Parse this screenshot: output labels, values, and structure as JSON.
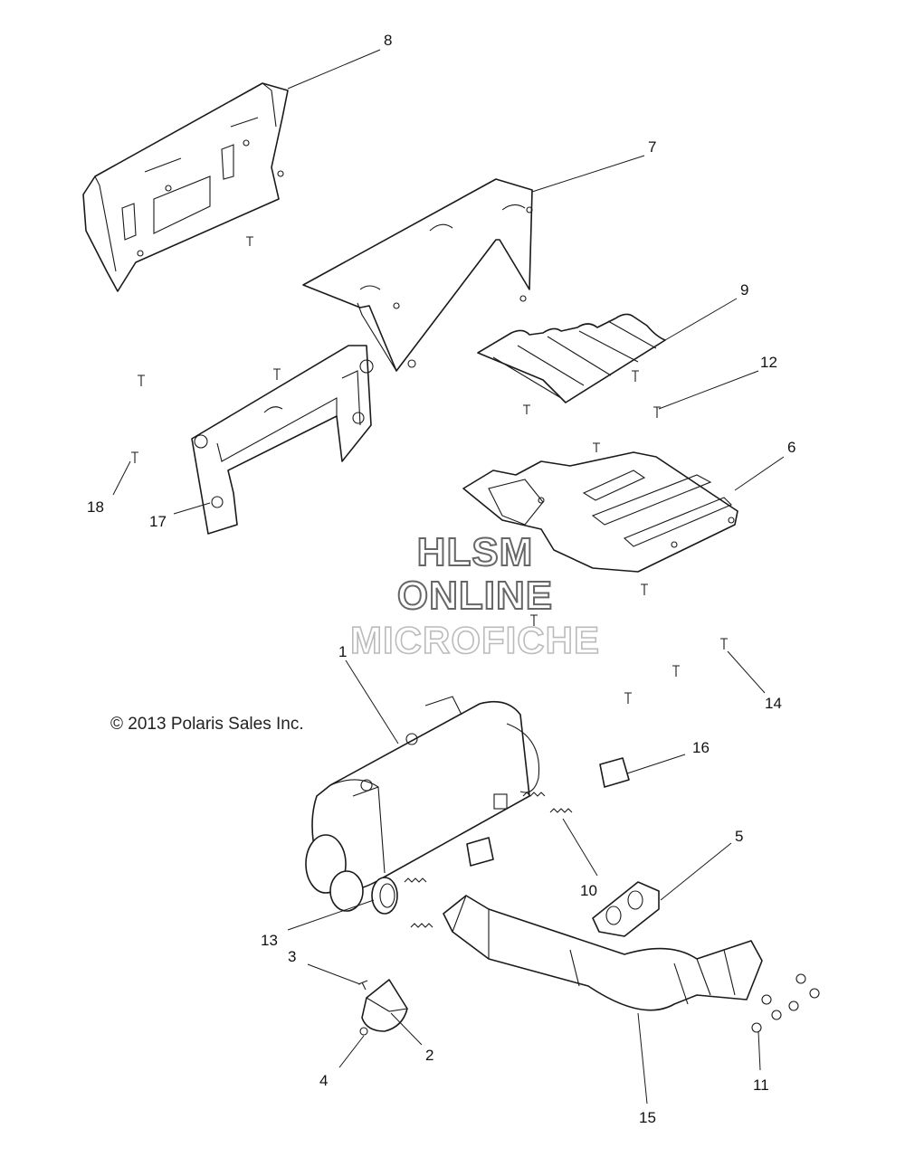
{
  "watermark": {
    "line1": "HLSM",
    "line2": "ONLINE",
    "line3": "MICROFICHE"
  },
  "copyright": "© 2013 Polaris Sales Inc.",
  "callouts": {
    "c1": "1",
    "c2": "2",
    "c3": "3",
    "c4": "4",
    "c5": "5",
    "c6": "6",
    "c7": "7",
    "c8": "8",
    "c9": "9",
    "c10": "10",
    "c11": "11",
    "c12": "12",
    "c13": "13",
    "c14": "14",
    "c15": "15",
    "c16": "16",
    "c17": "17",
    "c18": "18"
  }
}
